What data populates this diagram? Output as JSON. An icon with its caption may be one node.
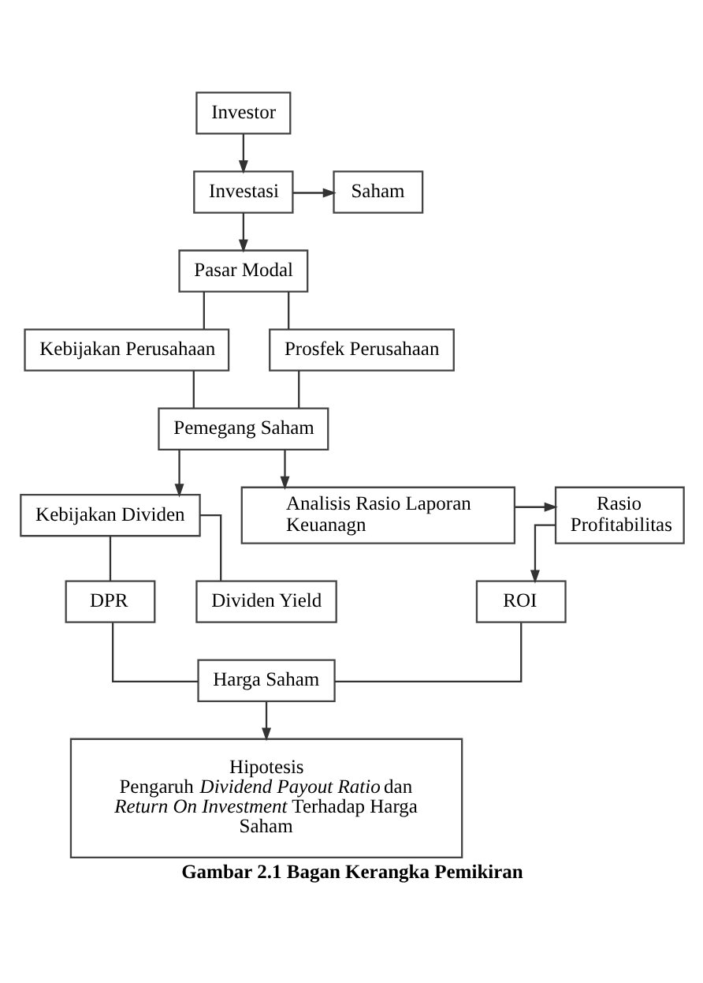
{
  "diagram": {
    "caption": "Gambar 2.1 Bagan Kerangka Pemikiran",
    "nodes": [
      {
        "text": [
          "Investor"
        ]
      },
      {
        "text": [
          "Investasi"
        ]
      },
      {
        "text": [
          "Saham"
        ]
      },
      {
        "text": [
          "Pasar Modal"
        ]
      },
      {
        "text": [
          "Kebijakan Perusahaan"
        ]
      },
      {
        "text": [
          "Prosfek Perusahaan"
        ]
      },
      {
        "text": [
          "Pemegang Saham"
        ]
      },
      {
        "text": [
          "Kebijakan Dividen"
        ]
      },
      {
        "text": [
          "Analisis Rasio Laporan Keuanagn"
        ]
      },
      {
        "text": [
          "Rasio Profitabilitas"
        ]
      },
      {
        "text": [
          "DPR"
        ]
      },
      {
        "text": [
          "Dividen Yield"
        ]
      },
      {
        "text": [
          "ROI"
        ]
      },
      {
        "text": [
          "Harga Saham"
        ]
      },
      {
        "text": [
          "Hipotesis",
          "Pengaruh *Dividend Payout Ratio* dan *Return On Investment* Terhadap Harga Saham"
        ]
      }
    ],
    "edges": [
      {
        "from": 0,
        "to": 1,
        "arrow": "to"
      },
      {
        "from": 1,
        "to": 2,
        "arrow": "to"
      },
      {
        "from": 1,
        "to": 3,
        "arrow": "to"
      },
      {
        "from": 3,
        "to": 4,
        "arrow": "none"
      },
      {
        "from": 3,
        "to": 5,
        "arrow": "none"
      },
      {
        "from": 4,
        "to": 6,
        "arrow": "none"
      },
      {
        "from": 5,
        "to": 6,
        "arrow": "none"
      },
      {
        "from": 6,
        "to": 7,
        "arrow": "to"
      },
      {
        "from": 6,
        "to": 8,
        "arrow": "to"
      },
      {
        "from": 8,
        "to": 9,
        "arrow": "to"
      },
      {
        "from": 7,
        "to": 10,
        "arrow": "none"
      },
      {
        "from": 7,
        "to": 11,
        "arrow": "none"
      },
      {
        "from": 9,
        "to": 12,
        "arrow": "to"
      },
      {
        "from": 10,
        "to": 13,
        "arrow": "none"
      },
      {
        "from": 12,
        "to": 13,
        "arrow": "none"
      },
      {
        "from": 13,
        "to": 14,
        "arrow": "to"
      }
    ]
  }
}
